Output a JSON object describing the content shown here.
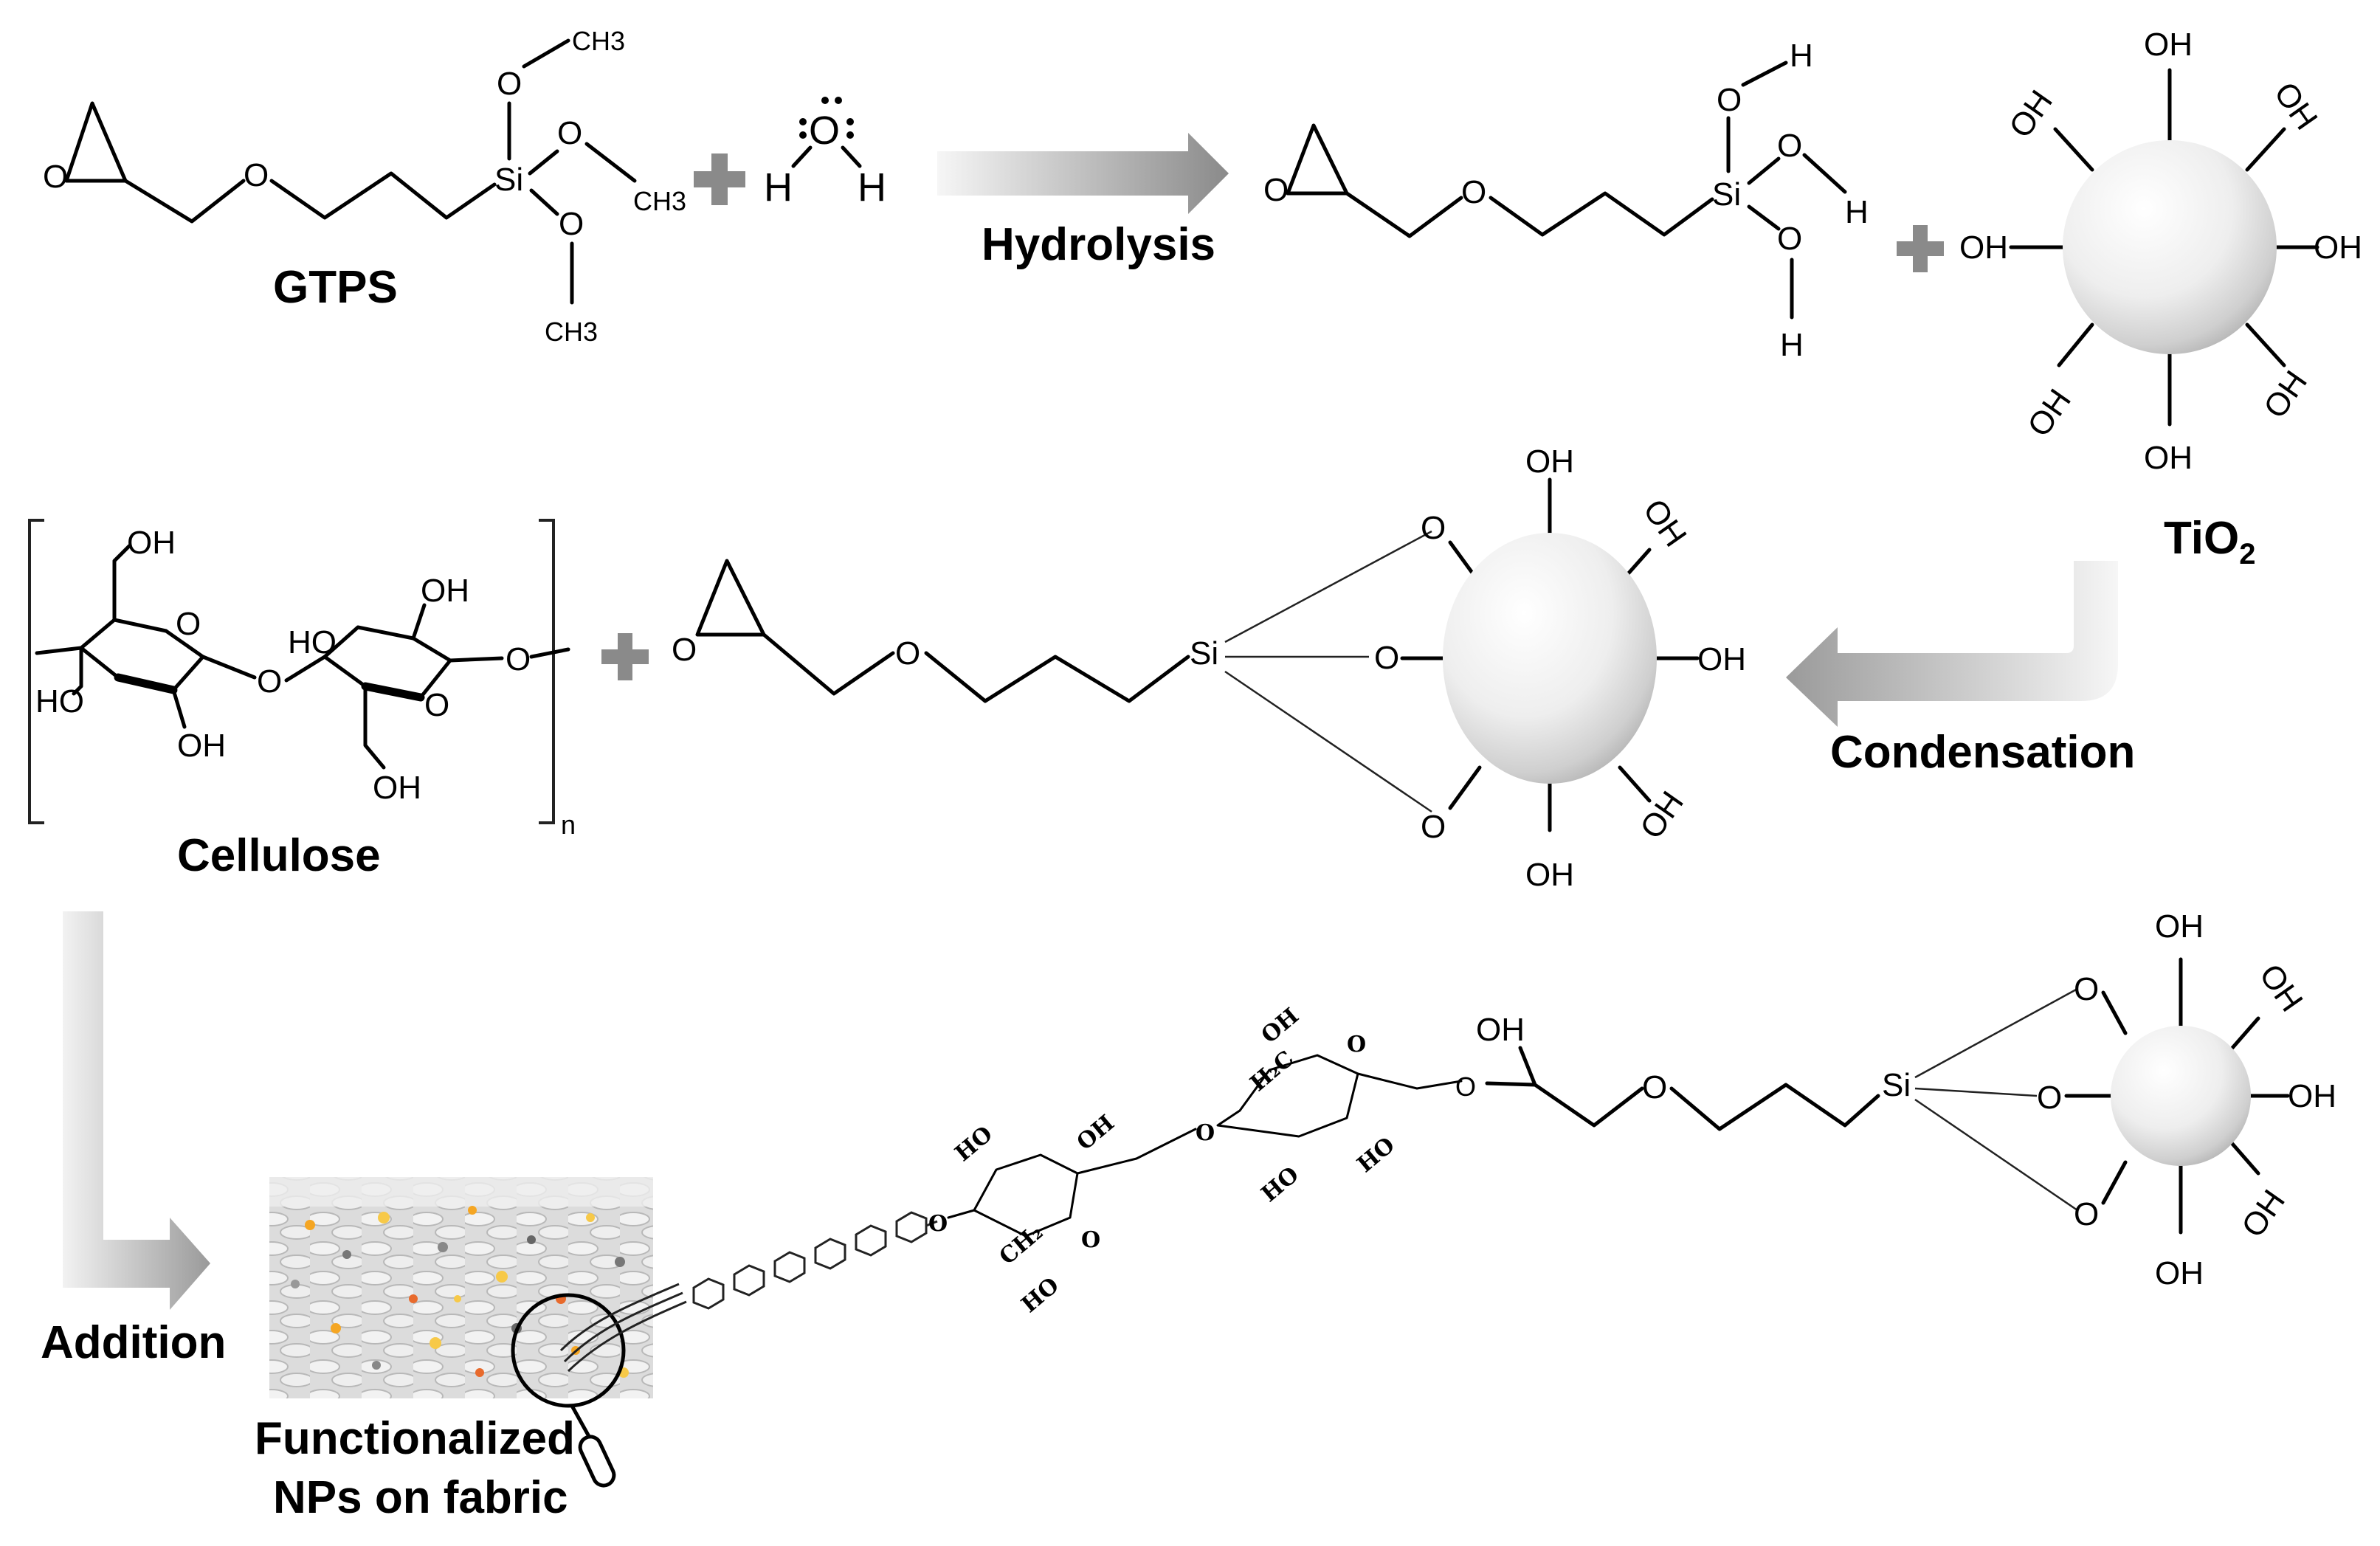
{
  "labels": {
    "gtps": "GTPS",
    "hydrolysis": "Hydrolysis",
    "tio2_base": "TiO",
    "tio2_sub": "2",
    "condensation": "Condensation",
    "cellulose": "Cellulose",
    "repeat_n": "n",
    "addition": "Addition",
    "fabric_line1": "Functionalized",
    "fabric_line2": "NPs on fabric"
  },
  "atoms": {
    "o": "O",
    "h": "H",
    "si": "Si",
    "oh": "OH",
    "ho": "HO",
    "ch3": "CH3",
    "h2c": "H₂C",
    "ch2": "CH₂"
  },
  "colors": {
    "arrow_dark": "#8c8c8c",
    "arrow_light": "#f4f4f4",
    "plus": "#8a8a8a",
    "sphere_highlight": "#ffffff",
    "sphere_shadow": "#b5b5b5"
  }
}
